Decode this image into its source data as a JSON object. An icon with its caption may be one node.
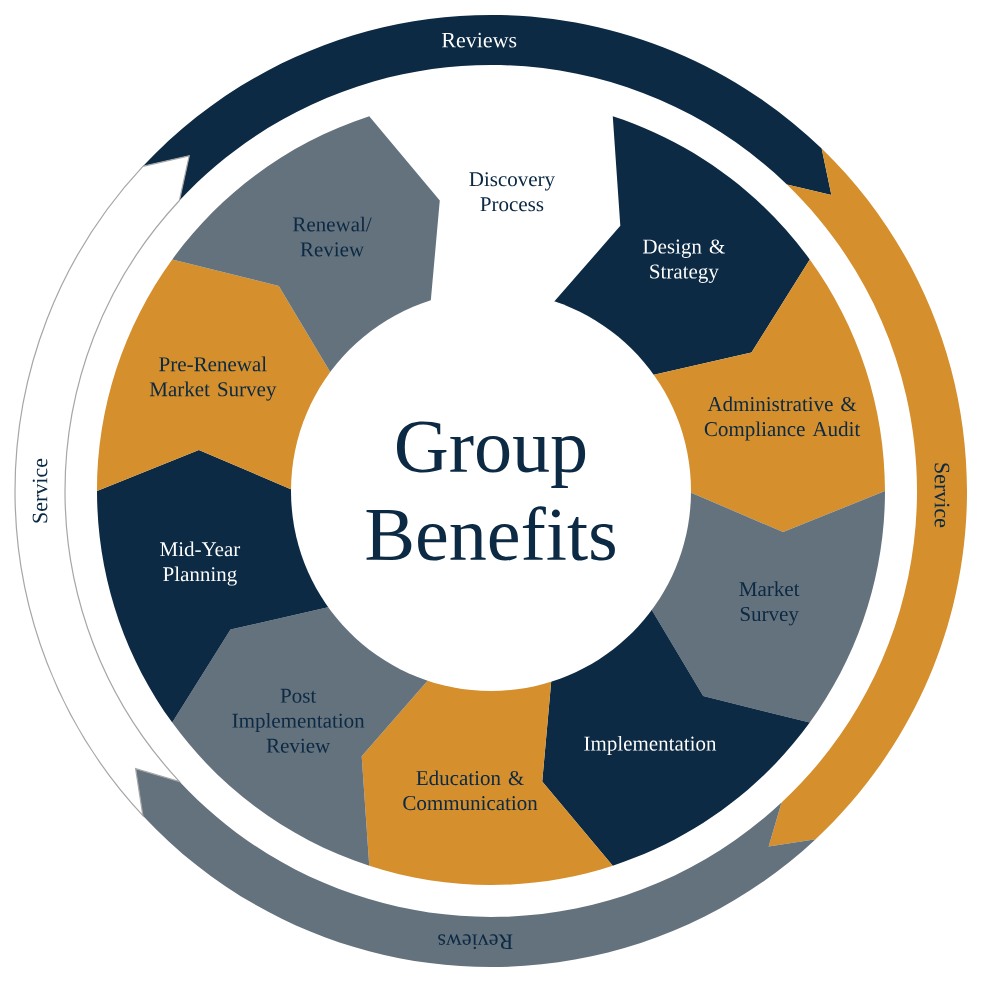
{
  "diagram": {
    "nodes": [
      {
        "text": [
          "Reviews"
        ]
      },
      {
        "text": [
          "Service"
        ]
      },
      {
        "text": [
          "Reviews"
        ]
      },
      {
        "text": [
          "Service"
        ]
      },
      {
        "text": [
          "Discovery Process"
        ]
      },
      {
        "text": [
          "Design & Strategy"
        ]
      },
      {
        "text": [
          "Administrative & Compliance Audit"
        ]
      },
      {
        "text": [
          "Market Survey"
        ]
      },
      {
        "text": [
          "Implementation"
        ]
      },
      {
        "text": [
          "Education & Communication"
        ]
      },
      {
        "text": [
          "Post Implementation Review"
        ]
      },
      {
        "text": [
          "Mid-Year Planning"
        ]
      },
      {
        "text": [
          "Pre-Renewal Market Survey"
        ]
      },
      {
        "text": [
          "Renewal/ Review"
        ]
      },
      {
        "text": [
          "Group Benefits"
        ]
      }
    ]
  }
}
